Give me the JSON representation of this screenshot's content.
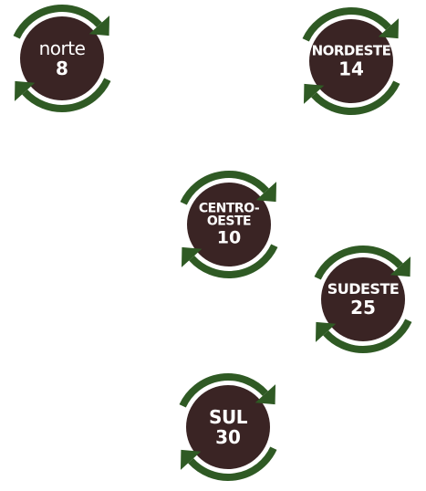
{
  "colors": {
    "circle": "#3a2424",
    "arrow": "#2f5a24",
    "text": "#ffffff"
  },
  "icon_names": [
    "cycle-arrows-icon"
  ],
  "regions": [
    {
      "name": "norte",
      "count": "8"
    },
    {
      "name": "NORDESTE",
      "count": "14"
    },
    {
      "name": "CENTRO-\nOESTE",
      "count": "10"
    },
    {
      "name": "SUDESTE",
      "count": "25"
    },
    {
      "name": "SUL",
      "count": "30"
    }
  ]
}
